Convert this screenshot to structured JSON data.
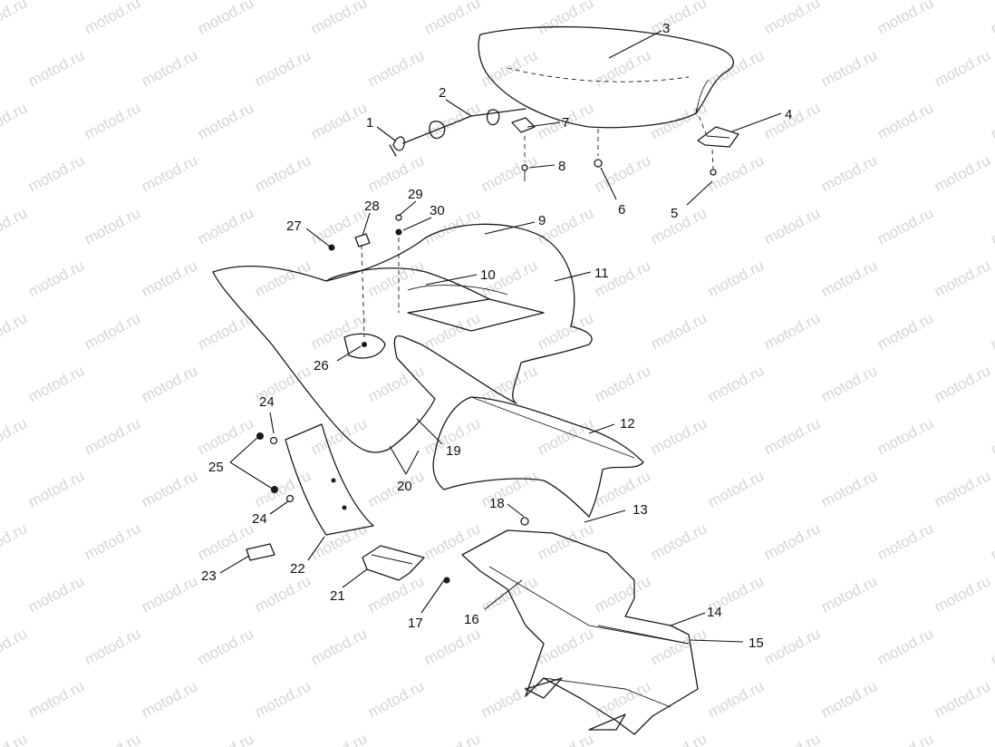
{
  "watermark": "motod.ru",
  "callouts": [
    "1",
    "2",
    "3",
    "4",
    "5",
    "6",
    "7",
    "8",
    "9",
    "10",
    "11",
    "12",
    "13",
    "14",
    "15",
    "16",
    "17",
    "18",
    "19",
    "20",
    "21",
    "22",
    "23",
    "24",
    "24",
    "25",
    "26",
    "27",
    "28",
    "29",
    "30"
  ]
}
